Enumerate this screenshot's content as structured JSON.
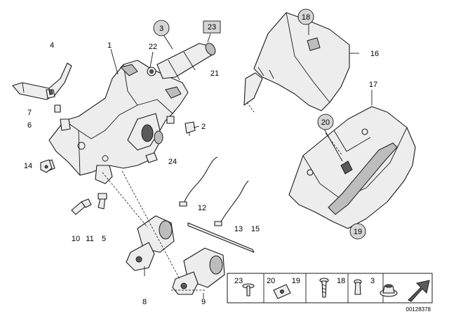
{
  "callouts": {
    "c1": "1",
    "c2": "2",
    "c3": "3",
    "c4": "4",
    "c5": "5",
    "c6": "6",
    "c7": "7",
    "c8": "8",
    "c9": "9",
    "c10": "10",
    "c11": "11",
    "c12": "12",
    "c13": "13",
    "c14": "14",
    "c15": "15",
    "c16": "16",
    "c17": "17",
    "c18": "18",
    "c19": "19",
    "c20": "20",
    "c21": "21",
    "c22": "22",
    "c23": "23",
    "c24": "24"
  },
  "legend": {
    "items": [
      "23",
      "20",
      "19",
      "18",
      "3"
    ]
  },
  "doc_id": "00128378"
}
